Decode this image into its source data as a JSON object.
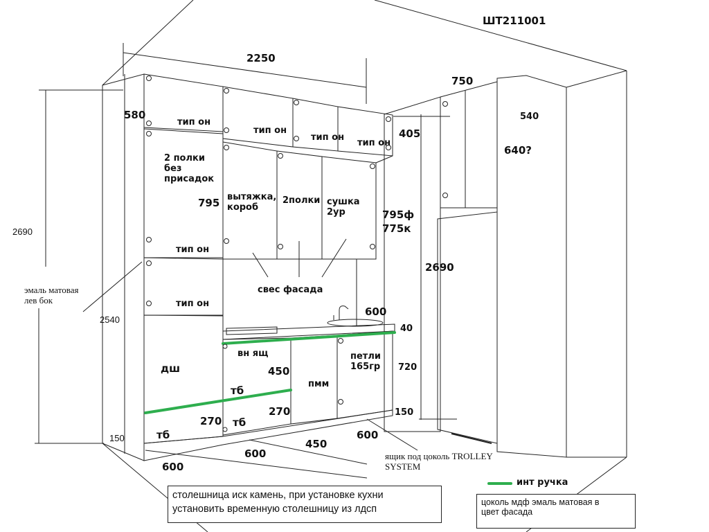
{
  "article": "ШТ211001",
  "dimensions": {
    "total_width": "2250",
    "top_height": "580",
    "top_small": "405",
    "column_height_left": "795",
    "column_height_right_a": "795ф",
    "column_height_right_b": "775к",
    "countertop": "40",
    "base_height": "720",
    "plinth_right": "150",
    "plinth_left": "150",
    "full_height_left": "2690",
    "full_height_right": "2690",
    "body_height": "2540",
    "drawer_450": "450",
    "drawer_270_a": "270",
    "drawer_270_b": "270",
    "width_600_left": "600",
    "width_600_mid": "600",
    "width_450": "450",
    "width_600_right": "600",
    "width_600_top": "600",
    "fridge_750": "750",
    "fridge_540": "540",
    "fridge_640": "640?"
  },
  "labels": {
    "type_on_1": "тип он",
    "type_on_2": "тип он",
    "type_on_3": "тип он",
    "type_on_4": "тип он",
    "type_on_5": "тип он",
    "type_on_6": "тип он",
    "shelves_no_holes": "2 полки\nбез\nприсадок",
    "hood_box": "вытяжка,\nкороб",
    "two_shelves": "2полки",
    "dryer": "сушка\n2ур",
    "overhang": "свес фасада",
    "enamel_left": "эмаль матовая\nлев бок",
    "dishwasher": "дш",
    "inner_drawer": "вн ящ",
    "tb_1": "тб",
    "tb_2": "тб",
    "tb_3": "тб",
    "washer": "пмм",
    "hinges": "петли\n165гр",
    "trolley": "ящик под цоколь TROLLEY\nSYSTEM",
    "handle_legend": "инт ручка",
    "plinth_note": "цоколь мдф эмаль матовая в\nцвет фасада",
    "countertop_note": "столешница иск камень, при установке кухни\nустановить временную столешницу из лдсп"
  },
  "colors": {
    "handle": "#2eae4e",
    "line": "#222222"
  }
}
